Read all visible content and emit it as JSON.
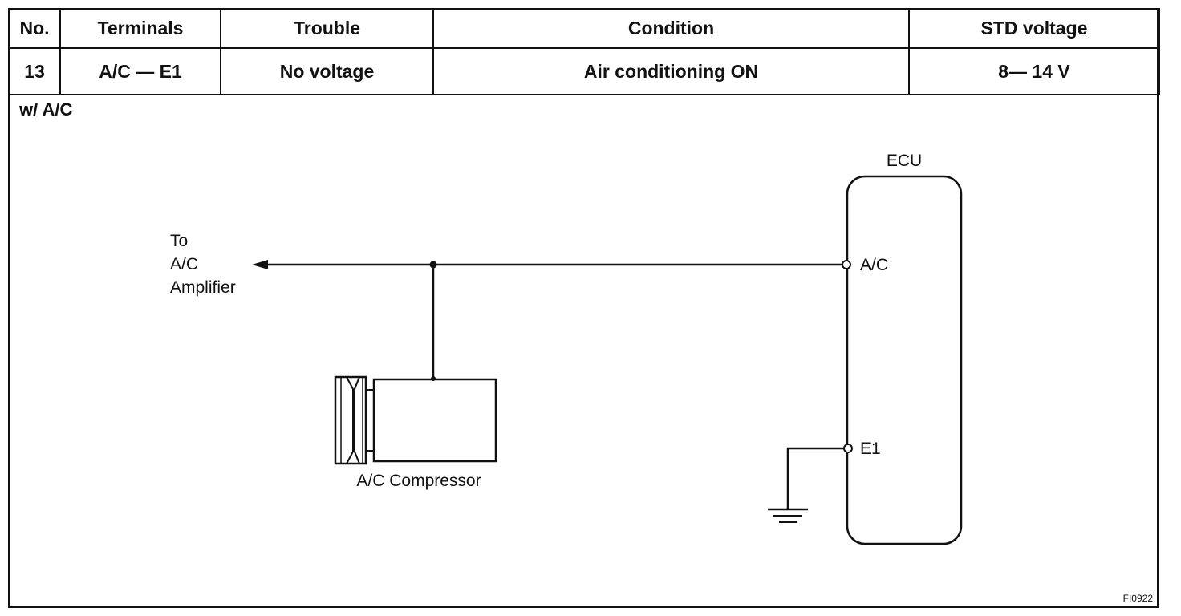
{
  "table": {
    "headers": [
      "No.",
      "Terminals",
      "Trouble",
      "Condition",
      "STD voltage"
    ],
    "row": [
      "13",
      "A/C — E1",
      "No voltage",
      "Air conditioning ON",
      "8— 14 V"
    ]
  },
  "diagram": {
    "subtitle": "w/ A/C",
    "ecu_label": "ECU",
    "terminal_ac": "A/C",
    "terminal_e1": "E1",
    "to_amp_lines": [
      "To",
      "A/C",
      "Amplifier"
    ],
    "compressor_label": "A/C Compressor",
    "figure_code": "FI0922"
  }
}
